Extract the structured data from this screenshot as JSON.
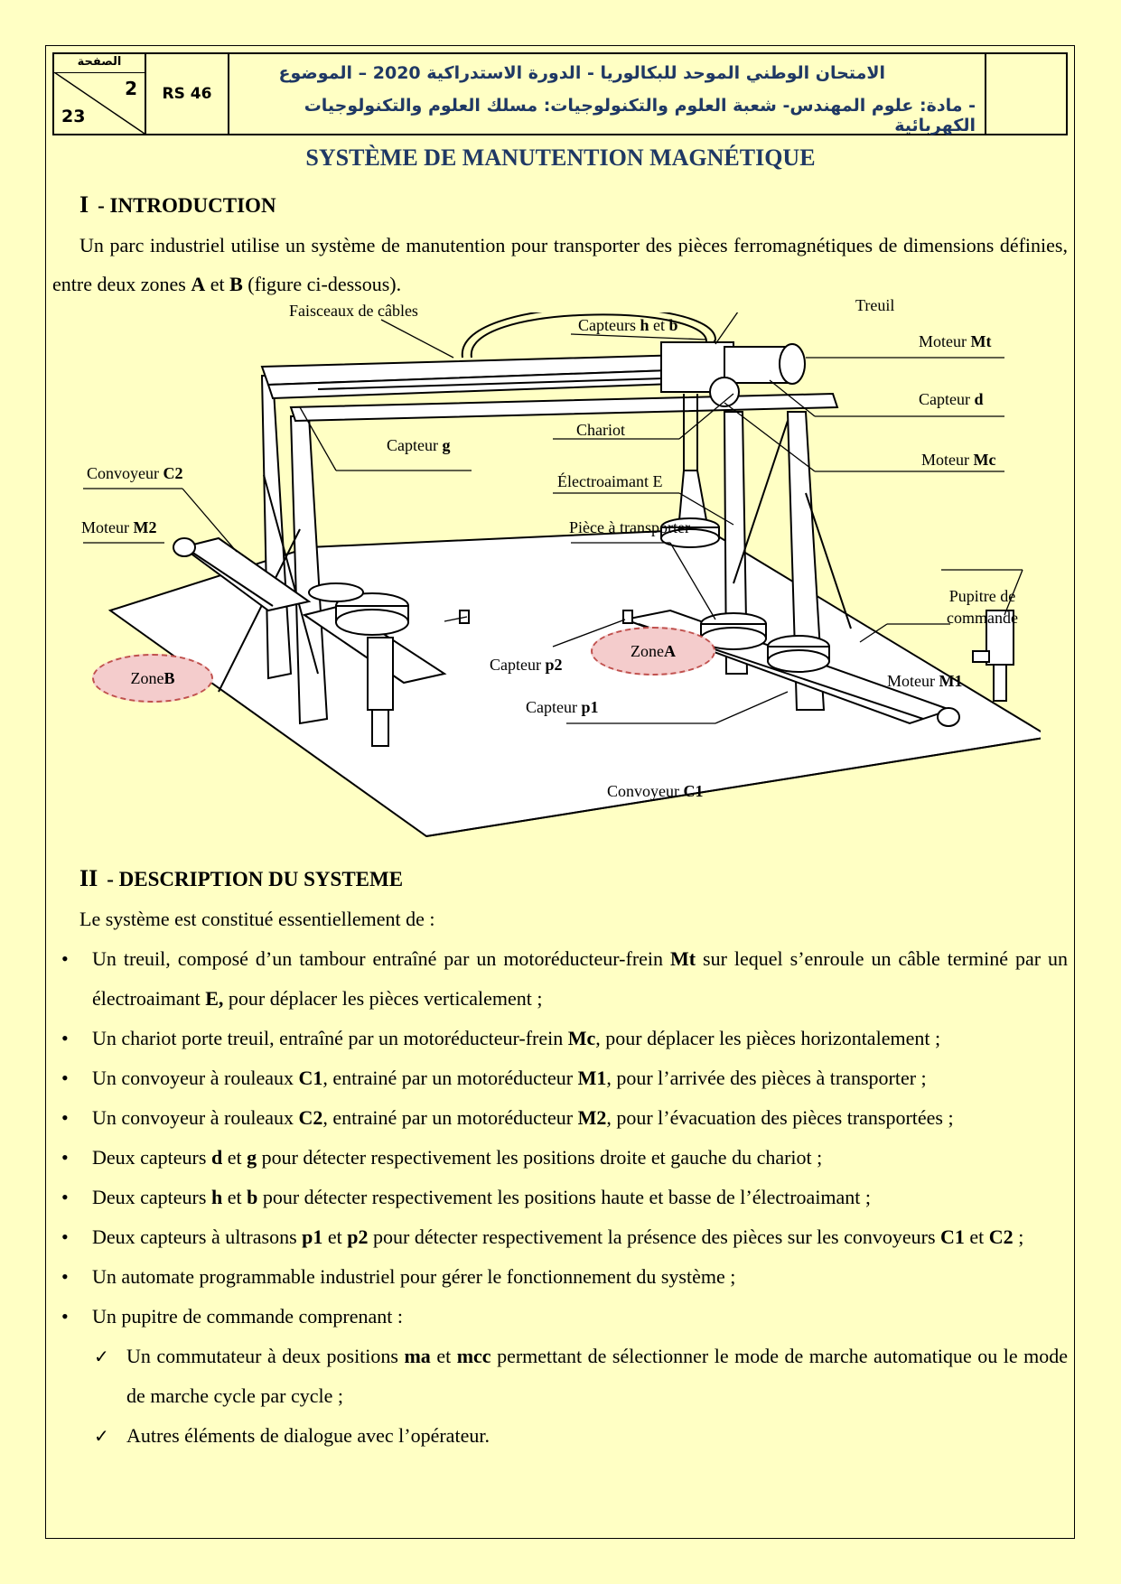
{
  "header": {
    "page_label": "الصفحة",
    "page_number": "2",
    "page_total": "23",
    "code": "RS 46",
    "title_line1": "الامتحان الوطني الموحد للبكالوريا - الدورة الاستدراكية 2020 – الموضوع",
    "title_line2": "- مادة: علوم المهندس- شعبة العلوم والتكنولوجيات: مسلك العلوم والتكنولوجيات الكهربائية"
  },
  "title": "SYSTÈME DE MANUTENTION MAGNÉTIQUE",
  "section1": {
    "roman": "I",
    "heading": "- INTRODUCTION",
    "text_parts": [
      "Un parc industriel utilise un système de manutention pour transporter des pièces ferromagnétiques de dimensions définies, entre deux zones ",
      "A",
      " et ",
      "B",
      " (figure ci-dessous)."
    ]
  },
  "diagram": {
    "labels": {
      "faisceaux": "Faisceaux de câbles",
      "treuil": "Treuil",
      "capteurs_hb": [
        "Capteurs ",
        "h",
        " et ",
        "b"
      ],
      "moteur_mt": [
        "Moteur ",
        "Mt"
      ],
      "capteur_d": [
        "Capteur ",
        "d"
      ],
      "chariot": "Chariot",
      "capteur_g": [
        "Capteur ",
        "g"
      ],
      "moteur_mc": [
        "Moteur ",
        "Mc"
      ],
      "convoyeur_c2": [
        "Convoyeur ",
        "C2"
      ],
      "electroaimant": "Électroaimant E",
      "moteur_m2": [
        "Moteur ",
        "M2"
      ],
      "piece": "Pièce à transporter",
      "pupitre": [
        "Pupitre de",
        "commande"
      ],
      "zone_a": [
        "Zone ",
        "A"
      ],
      "zone_b": [
        "Zone ",
        "B"
      ],
      "capteur_p2": [
        "Capteur ",
        "p2"
      ],
      "capteur_p1": [
        "Capteur ",
        "p1"
      ],
      "moteur_m1": [
        "Moteur ",
        "M1"
      ],
      "convoyeur_c1": [
        "Convoyeur ",
        "C1"
      ]
    }
  },
  "section2": {
    "roman": "II",
    "heading": "- DESCRIPTION DU SYSTEME",
    "intro": "Le système est constitué essentiellement de :",
    "items": [
      [
        "Un treuil, composé d’un tambour entraîné par un motoréducteur-frein ",
        "Mt",
        " sur lequel s’enroule un câble terminé par un électroaimant ",
        "E,",
        " pour déplacer les pièces verticalement ;"
      ],
      [
        "Un chariot porte treuil, entraîné par un motoréducteur-frein ",
        "Mc",
        ", pour déplacer les pièces horizontalement ;"
      ],
      [
        "Un convoyeur à rouleaux ",
        "C1",
        ", entrainé par un motoréducteur ",
        "M1",
        ", pour l’arrivée des pièces à transporter ;"
      ],
      [
        "Un convoyeur à rouleaux ",
        "C2",
        ", entrainé par un motoréducteur ",
        "M2",
        ", pour l’évacuation des pièces transportées ;"
      ],
      [
        "Deux capteurs ",
        "d",
        " et ",
        "g",
        " pour détecter respectivement les positions droite et gauche du chariot ;"
      ],
      [
        "Deux capteurs ",
        "h",
        " et ",
        "b",
        " pour détecter respectivement les positions haute et basse de l’électroaimant ;"
      ],
      [
        "Deux capteurs à ultrasons ",
        "p1",
        " et ",
        "p2",
        " pour détecter respectivement la présence des pièces sur les convoyeurs ",
        "C1",
        " et ",
        "C2",
        " ;"
      ],
      [
        "Un automate programmable industriel pour gérer le fonctionnement du système ;"
      ],
      [
        "Un pupitre de commande comprenant :"
      ]
    ],
    "subitems": [
      [
        "Un commutateur à deux positions ",
        "ma",
        " et ",
        "mcc",
        " permettant de sélectionner le mode de marche automatique ou le mode de marche cycle par cycle ;"
      ],
      [
        "Autres éléments de dialogue avec l’opérateur."
      ]
    ]
  }
}
